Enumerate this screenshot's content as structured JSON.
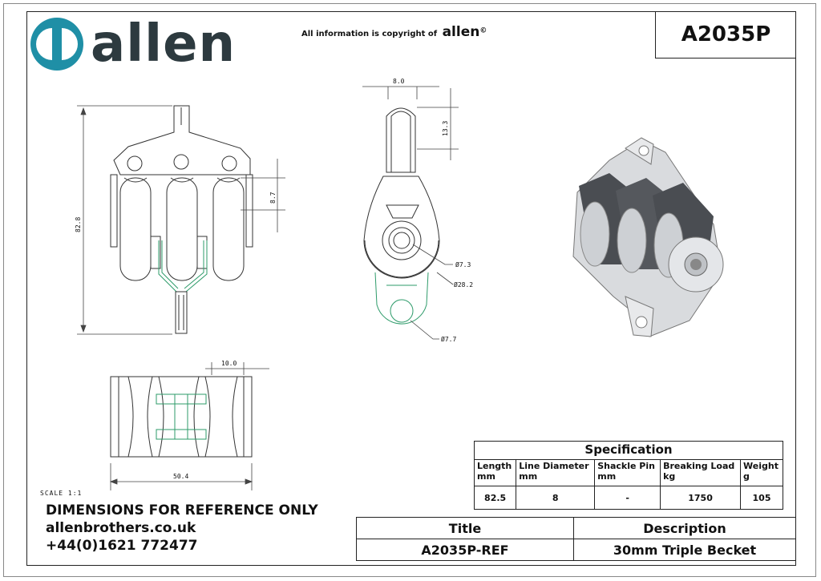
{
  "header": {
    "logo_text": "allen",
    "copyright_text": "All information is copyright of",
    "copyright_brand": "allen",
    "copyright_symbol": "©",
    "part_number": "A2035P"
  },
  "drawing": {
    "scale": "SCALE 1:1",
    "dims": {
      "width_top": "8.0",
      "height_shackle": "13.3",
      "length": "82.8",
      "sheave_gap": "8.7",
      "dia_pin": "Ø7.3",
      "dia_sheave": "Ø28.2",
      "dia_becket": "Ø7.7",
      "sheave_width": "10.0",
      "overall_width": "50.4"
    }
  },
  "disclaimer": {
    "line1": "DIMENSIONS FOR REFERENCE ONLY",
    "line2": "allenbrothers.co.uk",
    "line3": "+44(0)1621 772477"
  },
  "spec": {
    "caption": "Specification",
    "headers": [
      {
        "name": "Length",
        "unit": "mm"
      },
      {
        "name": "Line Diameter",
        "unit": "mm"
      },
      {
        "name": "Shackle Pin",
        "unit": "mm"
      },
      {
        "name": "Breaking Load",
        "unit": "kg"
      },
      {
        "name": "Weight",
        "unit": "g"
      }
    ],
    "values": [
      "82.5",
      "8",
      "-",
      "1750",
      "105"
    ]
  },
  "title_block": {
    "title_label": "Title",
    "description_label": "Description",
    "title_value": "A2035P-REF",
    "description_value": "30mm Triple Becket"
  },
  "colors": {
    "logo_teal": "#1f8fa6",
    "logo_dark": "#2d3a3f",
    "line_green": "#2e9b6a",
    "line_dark": "#333333"
  }
}
